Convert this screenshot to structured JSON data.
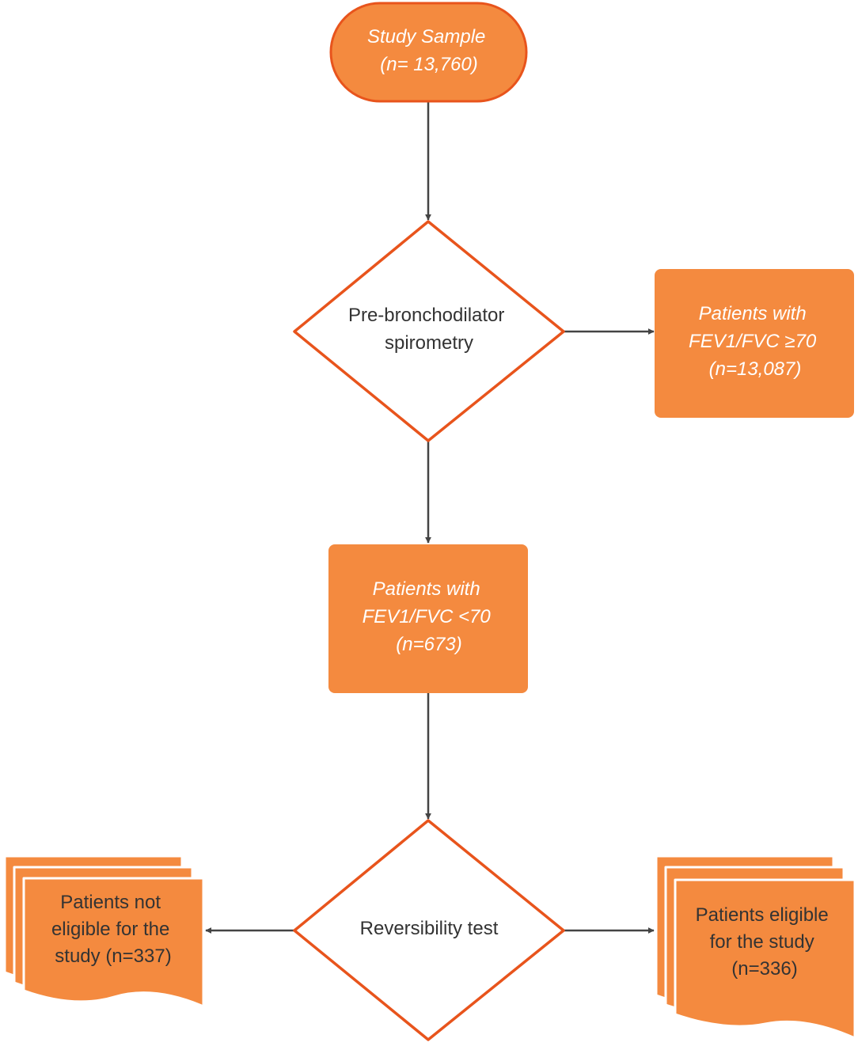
{
  "colors": {
    "accent": "#f48a3f",
    "stroke": "#e8541c",
    "connector": "#444444",
    "text_light": "#ffffff",
    "text_dark": "#333333"
  },
  "nodes": {
    "study_sample": [
      "Study Sample",
      "(n= 13,760)"
    ],
    "pre_bronchodilator": [
      "Pre-bronchodilator",
      "spirometry"
    ],
    "fev_ge70": [
      "Patients with",
      "FEV1/FVC ≥70",
      "(n=13,087)"
    ],
    "fev_lt70": [
      "Patients with",
      "FEV1/FVC <70",
      "(n=673)"
    ],
    "reversibility": [
      "Reversibility test"
    ],
    "not_eligible": [
      "Patients not",
      "eligible for the",
      "study (n=337)"
    ],
    "eligible": [
      "Patients eligible",
      "for the study",
      "(n=336)"
    ]
  }
}
